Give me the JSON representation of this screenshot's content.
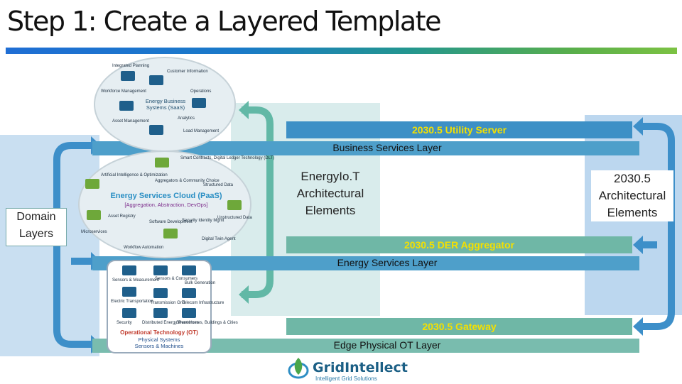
{
  "title": "Step 1:  Create a Layered Template",
  "domain_layers_label": "Domain\nLayers",
  "middle_label": "EnergyIo.T\nArchitectural\nElements",
  "right_label": "2030.5\nArchitectural\nElements",
  "layers": [
    {
      "server": "2030.5 Utility Server",
      "layer": "Business Services Layer"
    },
    {
      "server": "2030.5 DER Aggregator",
      "layer": "Energy Services Layer"
    },
    {
      "server": "2030.5 Gateway",
      "layer": "Edge Physical OT Layer"
    }
  ],
  "cloud_top": {
    "title": "Energy Business\nSystems (SaaS)",
    "items": [
      "Integrated Planning",
      "Customer Information",
      "Workforce Management",
      "Operations",
      "Asset Management",
      "Analytics",
      "Load Management"
    ]
  },
  "cloud_mid": {
    "title": "Energy Services Cloud (PaaS)",
    "subtitle": "[Aggregation, Abstraction, DevOps]",
    "items": [
      "Artificial Intelligence & Optimization",
      "Smart Contracts, Digital Ledger Technology (DLT)",
      "Aggregators & Community Choice",
      "Structured Data",
      "Asset Registry",
      "Software Development",
      "Security Identity Mgmt",
      "Unstructured Data",
      "Microservices",
      "Workflow Automation",
      "Digital Twin Agent"
    ]
  },
  "ot_box": {
    "title": "Operational Technology (OT)",
    "subtitle1": "Physical Systems",
    "subtitle2": "Sensors & Machines",
    "items": [
      "Sensors & Measurement",
      "Sensors & Consumers",
      "Bulk Generation",
      "Electric Transportation",
      "Transmission Grid",
      "Telecom Infrastructure",
      "Security",
      "Distributed Energy Resources",
      "Smart Homes, Buildings & Cities"
    ]
  },
  "logo": {
    "name": "GridIntellect",
    "tagline": "Intelligent Grid Solutions"
  },
  "colors": {
    "bar_blue": "#4e9fca",
    "bar_green": "#79bcae",
    "server_text": "#f4e000",
    "arrow_blue": "#3d8fc9",
    "arrow_green": "#62b8a6"
  }
}
